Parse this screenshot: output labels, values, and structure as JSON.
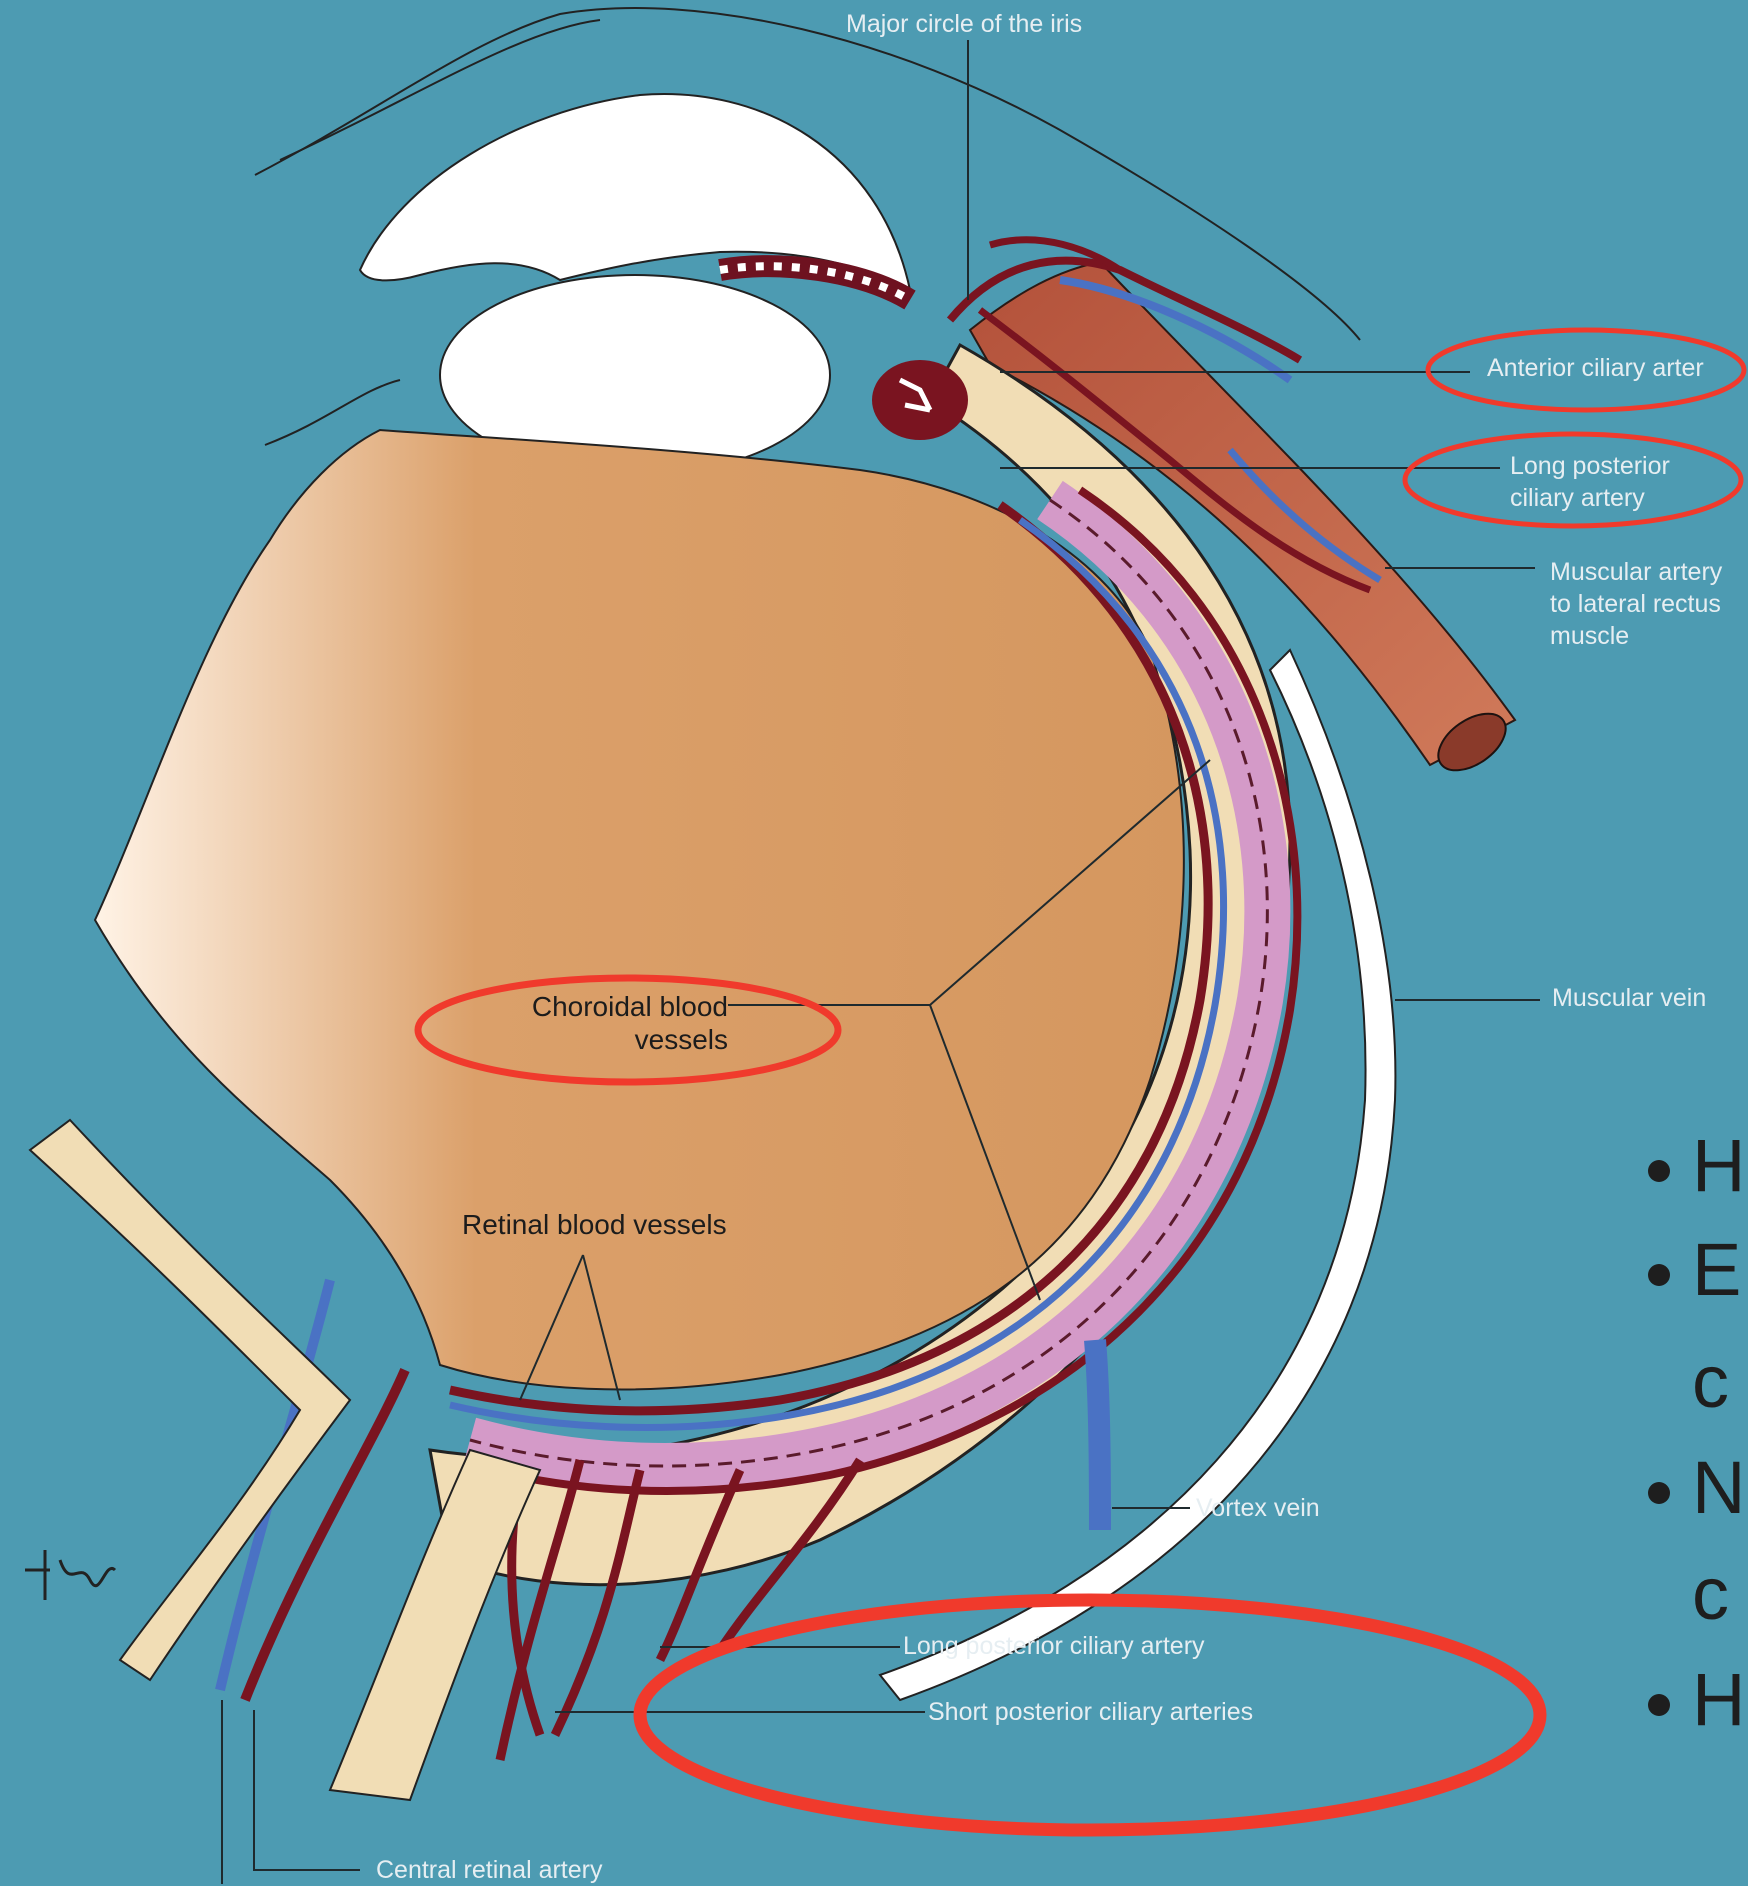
{
  "labels": {
    "major_circle": "Major circle of the iris",
    "anterior_ciliary": "Anterior ciliary arter",
    "long_posterior_top": "Long posterior ciliary artery",
    "muscular_artery": "Muscular artery to lateral rectus muscle",
    "muscular_vein": "Muscular vein",
    "choroidal": "Choroidal blood vessels",
    "retinal": "Retinal blood vessels",
    "vortex": "Vortex vein",
    "long_posterior_bottom": "Long posterior ciliary artery",
    "short_posterior": "Short posterior ciliary arteries",
    "central_retinal": "Central retinal artery"
  },
  "bullets": [
    "H",
    "E",
    "c",
    "N",
    "c",
    "H"
  ],
  "colors": {
    "background": "#4d9bb2",
    "vitreous": "#d69a62",
    "sclera": "#f1ddb5",
    "choroid": "#d49ac8",
    "artery": "#7a1420",
    "vein": "#4a72c4",
    "muscle": "#c06a4e",
    "highlight": "#f03a2c"
  }
}
